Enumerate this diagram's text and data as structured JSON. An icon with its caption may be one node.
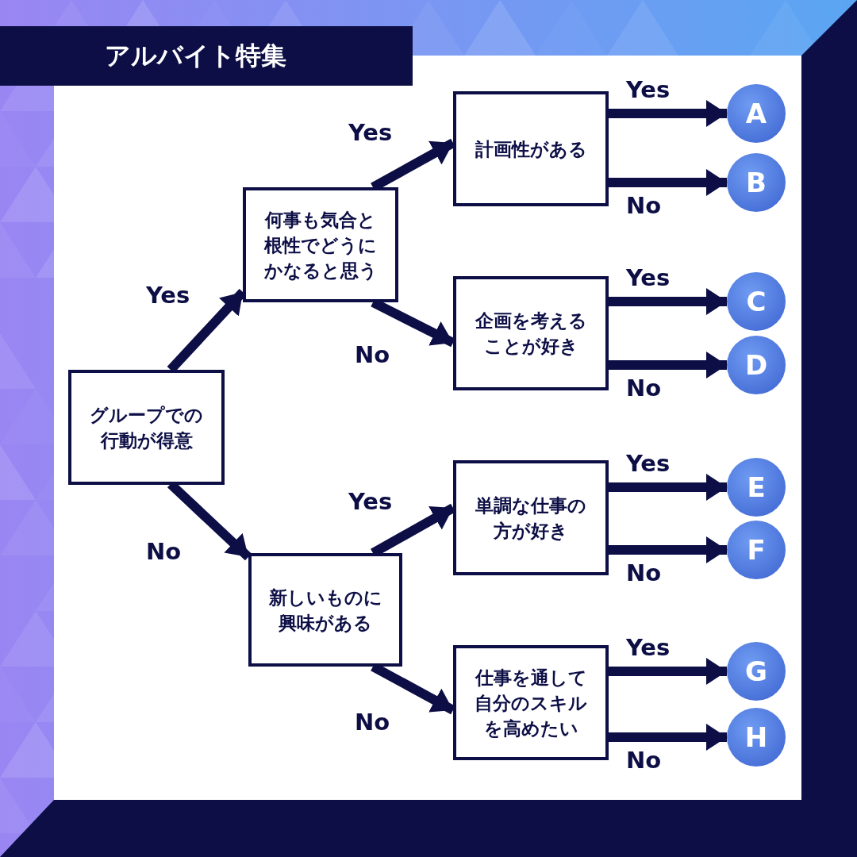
{
  "diagram": {
    "title": "アルバイト特集",
    "nodes": [
      {
        "text": [
          "グループでの行動が得意"
        ]
      },
      {
        "text": [
          "何事も気合と根性でどうにかなると思う"
        ]
      },
      {
        "text": [
          "新しいものに興味がある"
        ]
      },
      {
        "text": [
          "計画性がある"
        ]
      },
      {
        "text": [
          "企画を考えることが好き"
        ]
      },
      {
        "text": [
          "単調な仕事の方が好き"
        ]
      },
      {
        "text": [
          "仕事を通して自分のスキルを高めたい"
        ]
      },
      {
        "text": [
          "A"
        ]
      },
      {
        "text": [
          "B"
        ]
      },
      {
        "text": [
          "C"
        ]
      },
      {
        "text": [
          "D"
        ]
      },
      {
        "text": [
          "E"
        ]
      },
      {
        "text": [
          "F"
        ]
      },
      {
        "text": [
          "G"
        ]
      },
      {
        "text": [
          "H"
        ]
      }
    ],
    "edges": [
      {
        "from": 0,
        "to": 1,
        "arrow": "to",
        "label": "Yes"
      },
      {
        "from": 0,
        "to": 2,
        "arrow": "to",
        "label": "No"
      },
      {
        "from": 1,
        "to": 3,
        "arrow": "to",
        "label": "Yes"
      },
      {
        "from": 1,
        "to": 4,
        "arrow": "to",
        "label": "No"
      },
      {
        "from": 2,
        "to": 5,
        "arrow": "to",
        "label": "Yes"
      },
      {
        "from": 2,
        "to": 6,
        "arrow": "to",
        "label": "No"
      },
      {
        "from": 3,
        "to": 7,
        "arrow": "to",
        "label": "Yes"
      },
      {
        "from": 3,
        "to": 8,
        "arrow": "to",
        "label": "No"
      },
      {
        "from": 4,
        "to": 9,
        "arrow": "to",
        "label": "Yes"
      },
      {
        "from": 4,
        "to": 10,
        "arrow": "to",
        "label": "No"
      },
      {
        "from": 5,
        "to": 11,
        "arrow": "to",
        "label": "Yes"
      },
      {
        "from": 5,
        "to": 12,
        "arrow": "to",
        "label": "No"
      },
      {
        "from": 6,
        "to": 13,
        "arrow": "to",
        "label": "Yes"
      },
      {
        "from": 6,
        "to": 14,
        "arrow": "to",
        "label": "No"
      }
    ]
  }
}
